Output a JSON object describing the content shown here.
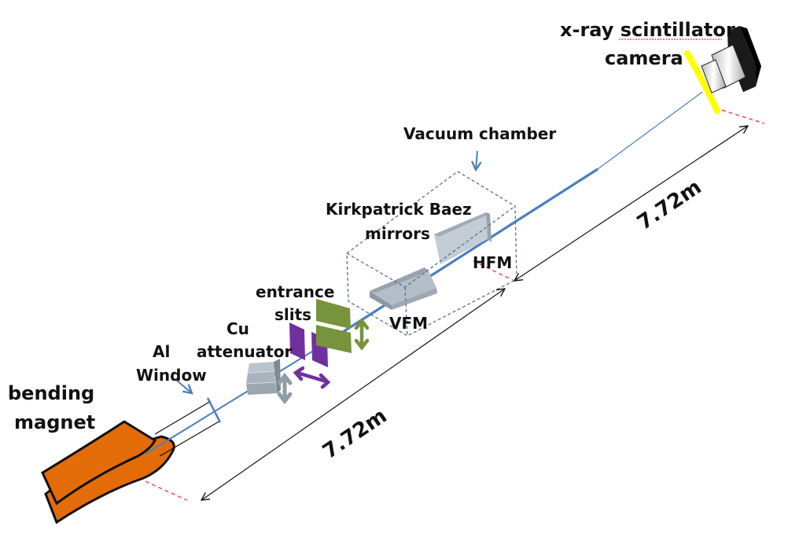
{
  "title": "X-ray beamline schematic",
  "labels": {
    "camera_line1": "x-ray scintillator",
    "camera_line2": "camera",
    "vacuum_chamber": "Vacuum chamber",
    "kb_line1": "Kirkpatrick Baez",
    "kb_line2": "mirrors",
    "hfm": "HFM",
    "vfm": "VFM",
    "slits_line1": "entrance",
    "slits_line2": "slits",
    "attenuator_line1": "Cu",
    "attenuator_line2": "attenuator",
    "window_line1": "Al",
    "window_line2": "Window",
    "magnet_line1": "bending",
    "magnet_line2": "magnet"
  },
  "dimensions": {
    "source_to_mirrors": "7.72m",
    "mirrors_to_camera": "7.72m"
  },
  "colors": {
    "beam": "#4a7ebf",
    "magnet": "#e36c09",
    "slit_vertical": "#7030a0",
    "slit_horizontal": "#77933c",
    "attenuator": "#8e9ca6",
    "mirror": "#b4bec8",
    "scintillator": "#ffff00",
    "reference_line": "#e05050",
    "chamber_outline": "#5a6f8a"
  }
}
